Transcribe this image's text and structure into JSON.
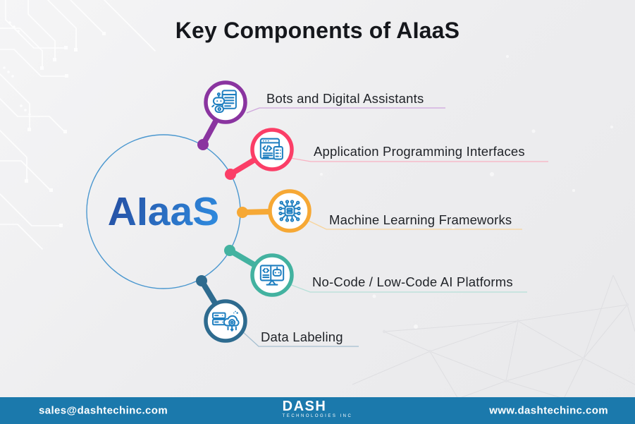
{
  "title": "Key Components of AIaaS",
  "center": {
    "label": "AIaaS",
    "ring_color": "#4a97cf",
    "text_gradient_start": "#24489c",
    "text_gradient_end": "#2f8ee2"
  },
  "components": {
    "items": [
      {
        "label": "Bots and Digital Assistants",
        "color": "#8a34a0",
        "line_color": "#cfa6dd",
        "icon": "bot-assistant-icon"
      },
      {
        "label": "Application Programming Interfaces",
        "color": "#fb3e67",
        "line_color": "#f9b1c2",
        "icon": "api-browser-icon"
      },
      {
        "label": "Machine Learning Frameworks",
        "color": "#f6a835",
        "line_color": "#f8d49a",
        "icon": "ml-chip-icon"
      },
      {
        "label": "No-Code / Low-Code AI Platforms",
        "color": "#43b2a0",
        "line_color": "#b5e0d8",
        "icon": "nocode-monitor-icon"
      },
      {
        "label": "Data Labeling",
        "color": "#2e6b8f",
        "line_color": "#a5bfd0",
        "icon": "data-labeling-icon"
      }
    ]
  },
  "icon_color": "#1f7fc0",
  "footer": {
    "email": "sales@dashtechinc.com",
    "website": "www.dashtechinc.com",
    "background": "#1b79ac",
    "logo": {
      "name": "DASH",
      "tagline": "TECHNOLOGIES INC"
    }
  }
}
